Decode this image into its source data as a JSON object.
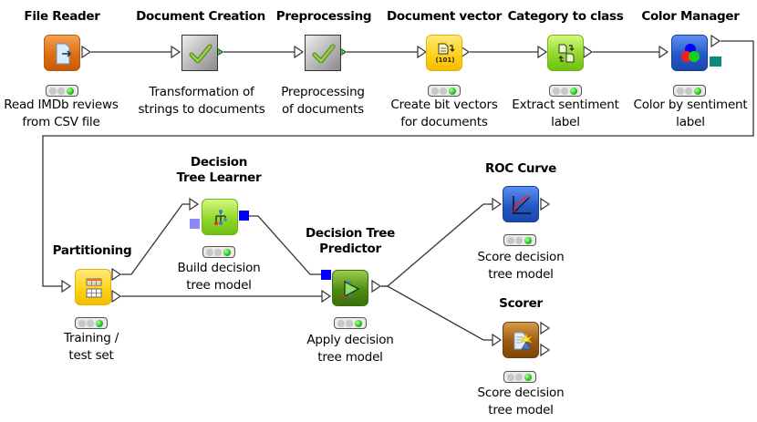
{
  "workflow": {
    "nodes": [
      {
        "id": "file-reader",
        "title": "File Reader",
        "description": "Read IMDb reviews\nfrom CSV file",
        "icon": "file-import-icon",
        "status": "executed"
      },
      {
        "id": "document-creation",
        "title": "Document Creation",
        "description": "Transformation of\nstrings to documents",
        "icon": "checkmark-icon",
        "status": "executed"
      },
      {
        "id": "preprocessing",
        "title": "Preprocessing",
        "description": "Preprocessing\nof documents",
        "icon": "checkmark-icon",
        "status": "executed"
      },
      {
        "id": "document-vector",
        "title": "Document vector",
        "description": "Create bit vectors\nfor documents",
        "icon": "document-vector-icon",
        "status": "executed"
      },
      {
        "id": "category-to-class",
        "title": "Category to class",
        "description": "Extract sentiment\nlabel",
        "icon": "category-to-class-icon",
        "status": "executed"
      },
      {
        "id": "color-manager",
        "title": "Color Manager",
        "description": "Color by sentiment\nlabel",
        "icon": "color-circles-icon",
        "status": "executed"
      },
      {
        "id": "partitioning",
        "title": "Partitioning",
        "description": "Training /\ntest set",
        "icon": "table-partition-icon",
        "status": "executed"
      },
      {
        "id": "decision-tree-learner",
        "title": "Decision\nTree Learner",
        "description": "Build decision\ntree model",
        "icon": "decision-tree-icon",
        "status": "executed"
      },
      {
        "id": "decision-tree-predictor",
        "title": "Decision Tree\nPredictor",
        "description": "Apply decision\ntree model",
        "icon": "predictor-play-icon",
        "status": "executed"
      },
      {
        "id": "roc-curve",
        "title": "ROC Curve",
        "description": "Score decision\ntree model",
        "icon": "roc-chart-icon",
        "status": "executed"
      },
      {
        "id": "scorer",
        "title": "Scorer",
        "description": "Score decision\ntree model",
        "icon": "scorer-icon",
        "status": "executed"
      }
    ],
    "connections": [
      [
        "file-reader",
        "document-creation"
      ],
      [
        "document-creation",
        "preprocessing"
      ],
      [
        "preprocessing",
        "document-vector"
      ],
      [
        "document-vector",
        "category-to-class"
      ],
      [
        "category-to-class",
        "color-manager"
      ],
      [
        "color-manager",
        "partitioning"
      ],
      [
        "partitioning",
        "decision-tree-learner"
      ],
      [
        "partitioning",
        "decision-tree-predictor"
      ],
      [
        "decision-tree-learner",
        "decision-tree-predictor"
      ],
      [
        "decision-tree-predictor",
        "roc-curve"
      ],
      [
        "decision-tree-predictor",
        "scorer"
      ]
    ],
    "colors": {
      "status_green": "#19c21b",
      "model_port": "#0000ff",
      "color_model_port": "#008080"
    }
  }
}
